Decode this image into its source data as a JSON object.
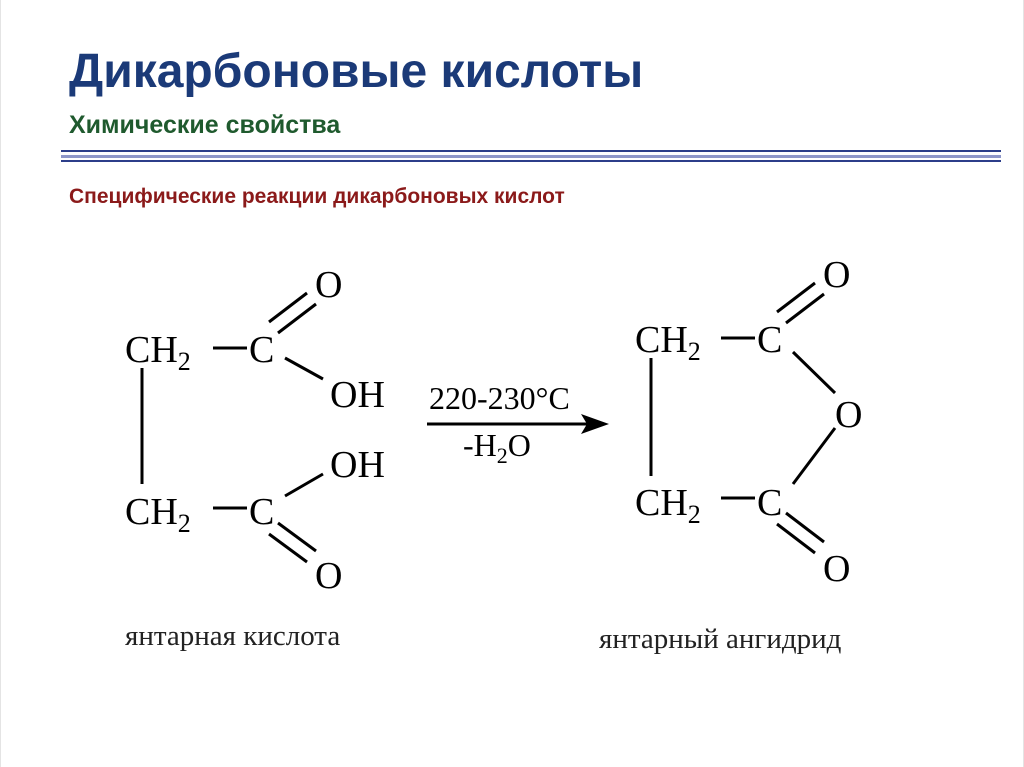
{
  "slide": {
    "title": "Дикарбоновые кислоты",
    "subtitle": "Химические свойства",
    "section_heading": "Специфические реакции дикарбоновых кислот"
  },
  "scheme": {
    "reactant": {
      "ch2_top": "CH",
      "ch2_bottom": "CH",
      "subscript": "2",
      "carbon_top": "C",
      "carbon_bottom": "C",
      "oxygen_top": "O",
      "oxygen_bottom": "O",
      "hydroxyl_top": "OH",
      "hydroxyl_bottom": "OH",
      "name": "янтарная кислота"
    },
    "conditions": {
      "temperature": "220-230°C",
      "water_prefix": "-H",
      "water_sub": "2",
      "water_suffix": "O"
    },
    "product": {
      "ch2_top": "CH",
      "ch2_bottom": "CH",
      "subscript": "2",
      "carbon_top": "C",
      "carbon_bottom": "C",
      "oxygen_top": "O",
      "oxygen_ring": "O",
      "oxygen_bottom": "O",
      "name": "янтарный ангидрид"
    }
  },
  "colors": {
    "title": "#1b3a78",
    "subtitle": "#1f5a2e",
    "section_heading": "#8b1a1a",
    "rule": "#2c3e8a"
  }
}
